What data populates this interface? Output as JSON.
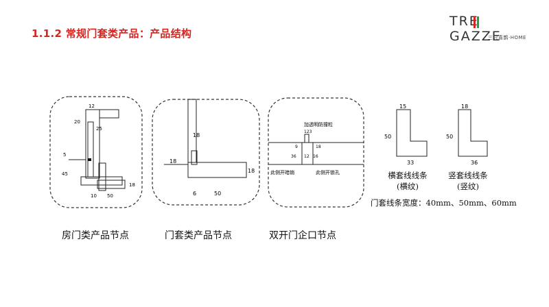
{
  "page": {
    "heading": "1.1.2  常规门套类产品：产品结构",
    "logo": {
      "word": "TRE GAZZE",
      "sub": "三只喜鹊·HOME"
    }
  },
  "captions": {
    "panel1": "房门类产品节点",
    "panel2": "门套类产品节点",
    "panel3": "双开门企口节点"
  },
  "panel1_dims": {
    "d12": "12",
    "d20": "20",
    "d25": "25",
    "d5": "5",
    "d45": "45",
    "d10": "10",
    "d50": "50",
    "d18": "18"
  },
  "panel2_dims": {
    "d18a": "18",
    "d18b": "18",
    "d18c": "18",
    "d6": "6",
    "d50": "50"
  },
  "panel3_dims": {
    "label_top": "加透明防撞粒",
    "d123": "123",
    "d9": "9",
    "d18": "18",
    "d36": "36",
    "d12": "12",
    "d16": "16",
    "label_left": "此侧开暗销",
    "label_right": "此侧开锁孔"
  },
  "profiles": {
    "h": {
      "d15": "15",
      "d50": "50",
      "d33": "33",
      "name": "横套线线条",
      "sub": "(横纹)"
    },
    "v": {
      "d18": "18",
      "d50": "50",
      "d36": "36",
      "name": "竖套线线条",
      "sub": "(竖纹)"
    },
    "width_note": "门套线条宽度：40mm、50mm、60mm"
  }
}
